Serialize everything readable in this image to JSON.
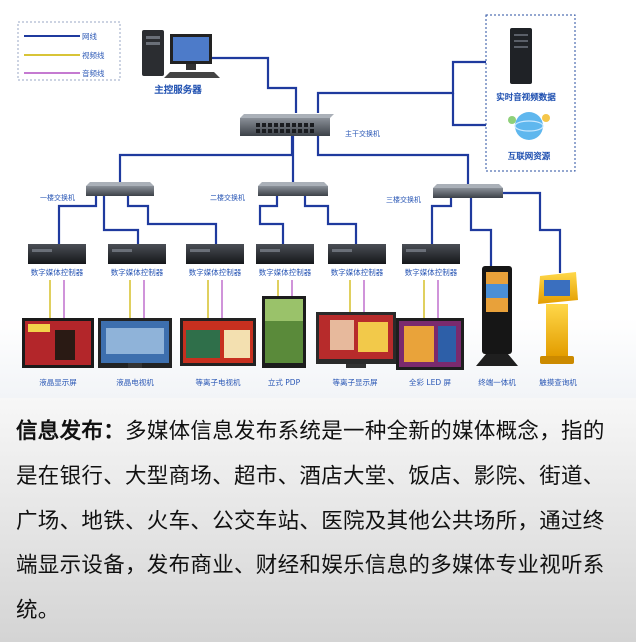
{
  "legend": {
    "items": [
      {
        "label": "网线",
        "color": "#1f3a9e"
      },
      {
        "label": "视频线",
        "color": "#d8c437"
      },
      {
        "label": "音频线",
        "color": "#c57ad1"
      }
    ]
  },
  "nodes": {
    "main_server": "主控服务器",
    "core_switch": "主干交换机",
    "realtime_av": "实时音视频数据",
    "internet": "互联网资源",
    "floor1_switch": "一楼交换机",
    "floor2_switch": "二楼交换机",
    "floor3_switch": "三楼交换机",
    "controllers": [
      "数字媒体控制器",
      "数字媒体控制器",
      "数字媒体控制器",
      "数字媒体控制器",
      "数字媒体控制器",
      "数字媒体控制器"
    ],
    "displays": [
      "液晶显示屏",
      "液晶电视机",
      "等离子电视机",
      "立式 PDP",
      "等离子显示屏",
      "全彩 LED 屏",
      "终端一体机",
      "触摸查询机"
    ]
  },
  "colors": {
    "network": "#1f3a9e",
    "video": "#d8c437",
    "audio": "#c57ad1",
    "label_blue": "#2a57b5"
  },
  "caption": {
    "heading": "信息发布：",
    "body": "多媒体信息发布系统是一种全新的媒体概念，指的是在银行、大型商场、超市、酒店大堂、饭店、影院、街道、广场、地铁、火车、公交车站、医院及其他公共场所，通过终端显示设备，发布商业、财经和娱乐信息的多媒体专业视听系统。"
  }
}
